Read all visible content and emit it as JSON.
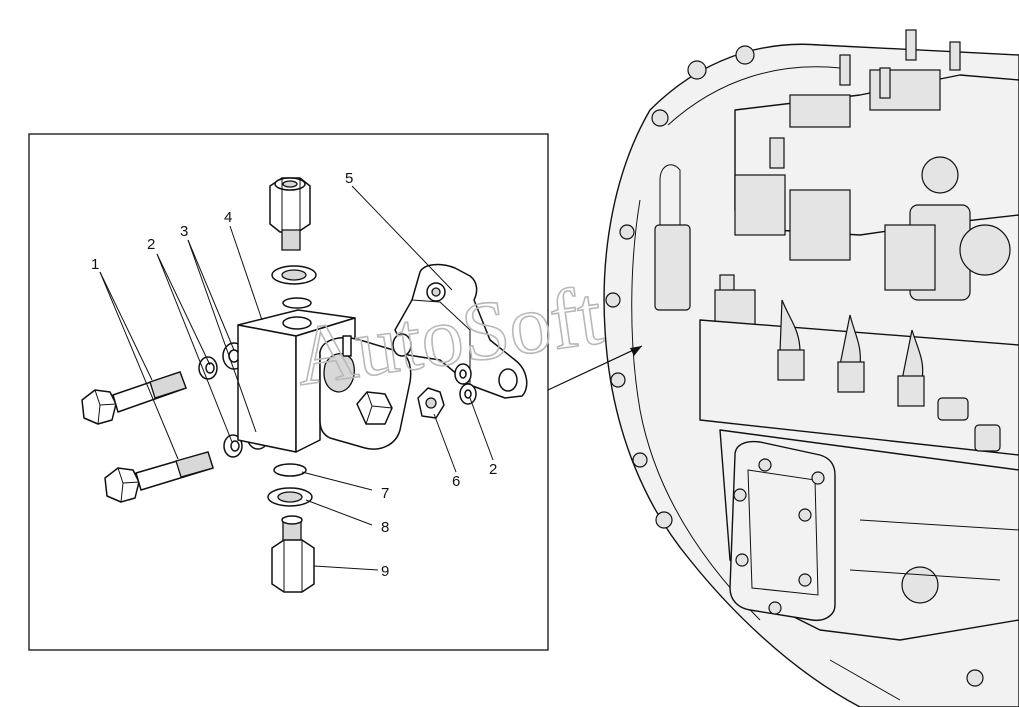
{
  "callouts": {
    "c1": "1",
    "c2a": "2",
    "c3": "3",
    "c4": "4",
    "c5": "5",
    "c2b": "2",
    "c6": "6",
    "c7": "7",
    "c8": "8",
    "c9": "9"
  },
  "watermark": "AutoSoft",
  "colors": {
    "line": "#111111",
    "shade": "#d8d8d8",
    "watermark": "#b8b8b8",
    "background": "#ffffff"
  },
  "icons": {
    "detail-view-arrow": "arrow-right-icon"
  }
}
